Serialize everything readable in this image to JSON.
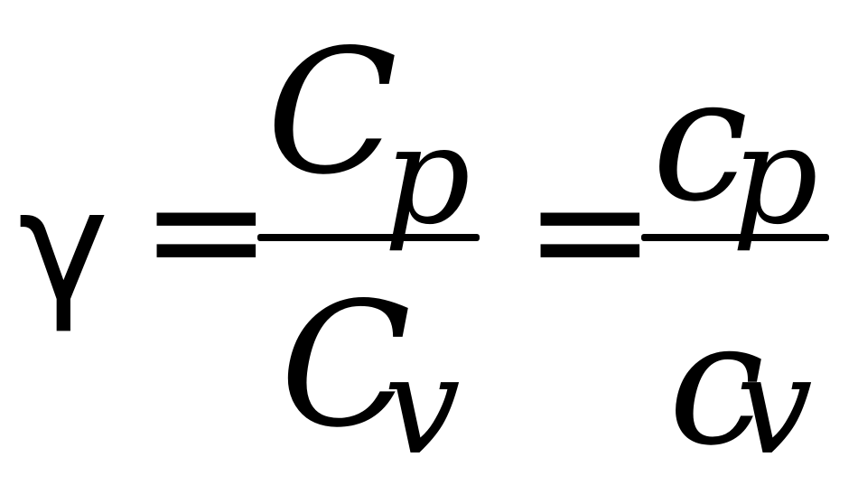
{
  "equation": {
    "lhs": "γ",
    "equals": "=",
    "fraction_capital": {
      "numerator": {
        "base": "C",
        "subscript": "p"
      },
      "denominator": {
        "base": "C",
        "subscript": "v"
      }
    },
    "fraction_lower": {
      "numerator": {
        "base": "c",
        "subscript": "p"
      },
      "denominator": {
        "base": "c",
        "subscript": "v"
      }
    }
  },
  "colors": {
    "ink": "#000000",
    "background": "#ffffff"
  }
}
